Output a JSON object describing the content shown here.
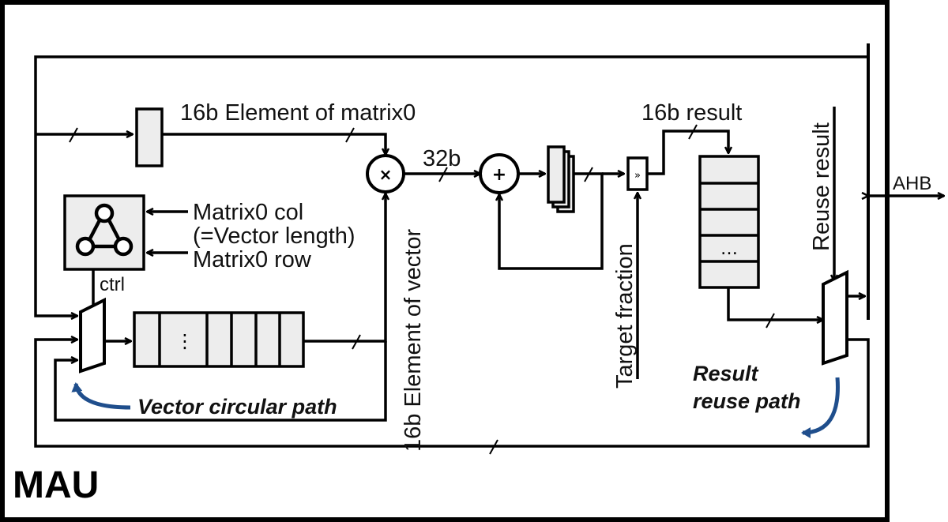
{
  "diagram": {
    "block_title": "MAU",
    "labels": {
      "elem_matrix0": "16b Element of matrix0",
      "bus_32b": "32b",
      "result_16b": "16b result",
      "reuse_result": "Reuse result",
      "ahb": "AHB",
      "matrix0_col": "Matrix0 col",
      "vector_length": "(=Vector length)",
      "matrix0_row": "Matrix0 row",
      "ctrl": "ctrl",
      "elem_vector": "16b Element of vector",
      "target_fraction": "Target fraction",
      "vector_path": "Vector circular path",
      "result_reuse_1": "Result",
      "result_reuse_2": "reuse path",
      "ellipsis": "⋮",
      "ellipsis_h": "…"
    },
    "colors": {
      "path_arrow": "#1f4e8c",
      "block_fill": "#ededed"
    },
    "icons": {
      "multiplier": "multiply-icon",
      "adder": "plus-icon",
      "controller": "fsm-icon"
    }
  }
}
